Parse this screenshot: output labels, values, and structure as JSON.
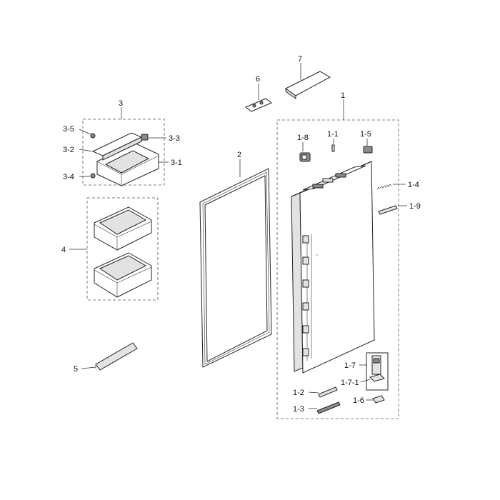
{
  "labels": {
    "l1": "1",
    "l1_1": "1-1",
    "l1_2": "1-2",
    "l1_3": "1-3",
    "l1_4": "1-4",
    "l1_5": "1-5",
    "l1_6": "1-6",
    "l1_7": "1-7",
    "l1_7_1": "1-7-1",
    "l1_8": "1-8",
    "l1_9": "1-9",
    "l2": "2",
    "l3": "3",
    "l3_1": "3-1",
    "l3_2": "3-2",
    "l3_3": "3-3",
    "l3_4": "3-4",
    "l3_5": "3-5",
    "l4": "4",
    "l5": "5",
    "l6": "6",
    "l7": "7"
  }
}
